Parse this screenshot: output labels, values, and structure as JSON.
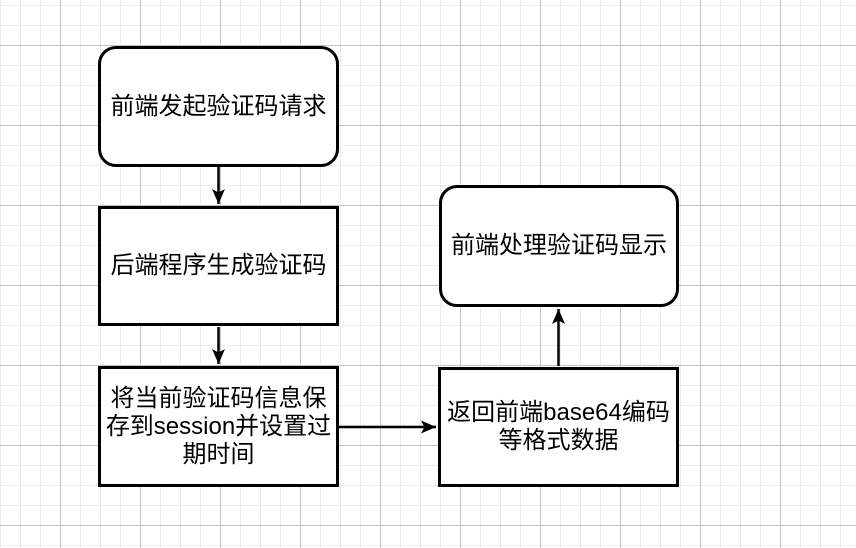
{
  "diagram": {
    "title": "captcha-flowchart",
    "colors": {
      "node_stroke": "#000000",
      "node_fill": "#ffffff",
      "text": "#000000",
      "grid_minor": "#ececec",
      "grid_major": "#c3c3c3",
      "background": "#ffffff"
    },
    "nodes": [
      {
        "id": "frontend-request",
        "shape": "rounded",
        "label": "前端发起验证码请求"
      },
      {
        "id": "backend-generate",
        "shape": "rect",
        "label": "后端程序生成验证码"
      },
      {
        "id": "save-session",
        "shape": "rect",
        "label": "将当前验证码信息保存到session并设置过期时间",
        "lines": [
          "将当前验证码信息保",
          "存到session并设置过",
          "期时间"
        ]
      },
      {
        "id": "return-base64",
        "shape": "rect",
        "label": "返回前端base64编码等格式数据",
        "lines": [
          "返回前端base64编码",
          "等格式数据"
        ]
      },
      {
        "id": "frontend-display",
        "shape": "rounded",
        "label": "前端处理验证码显示"
      }
    ],
    "edges": [
      {
        "from": "frontend-request",
        "to": "backend-generate",
        "direction": "down"
      },
      {
        "from": "backend-generate",
        "to": "save-session",
        "direction": "down"
      },
      {
        "from": "save-session",
        "to": "return-base64",
        "direction": "right"
      },
      {
        "from": "return-base64",
        "to": "frontend-display",
        "direction": "up"
      }
    ]
  }
}
